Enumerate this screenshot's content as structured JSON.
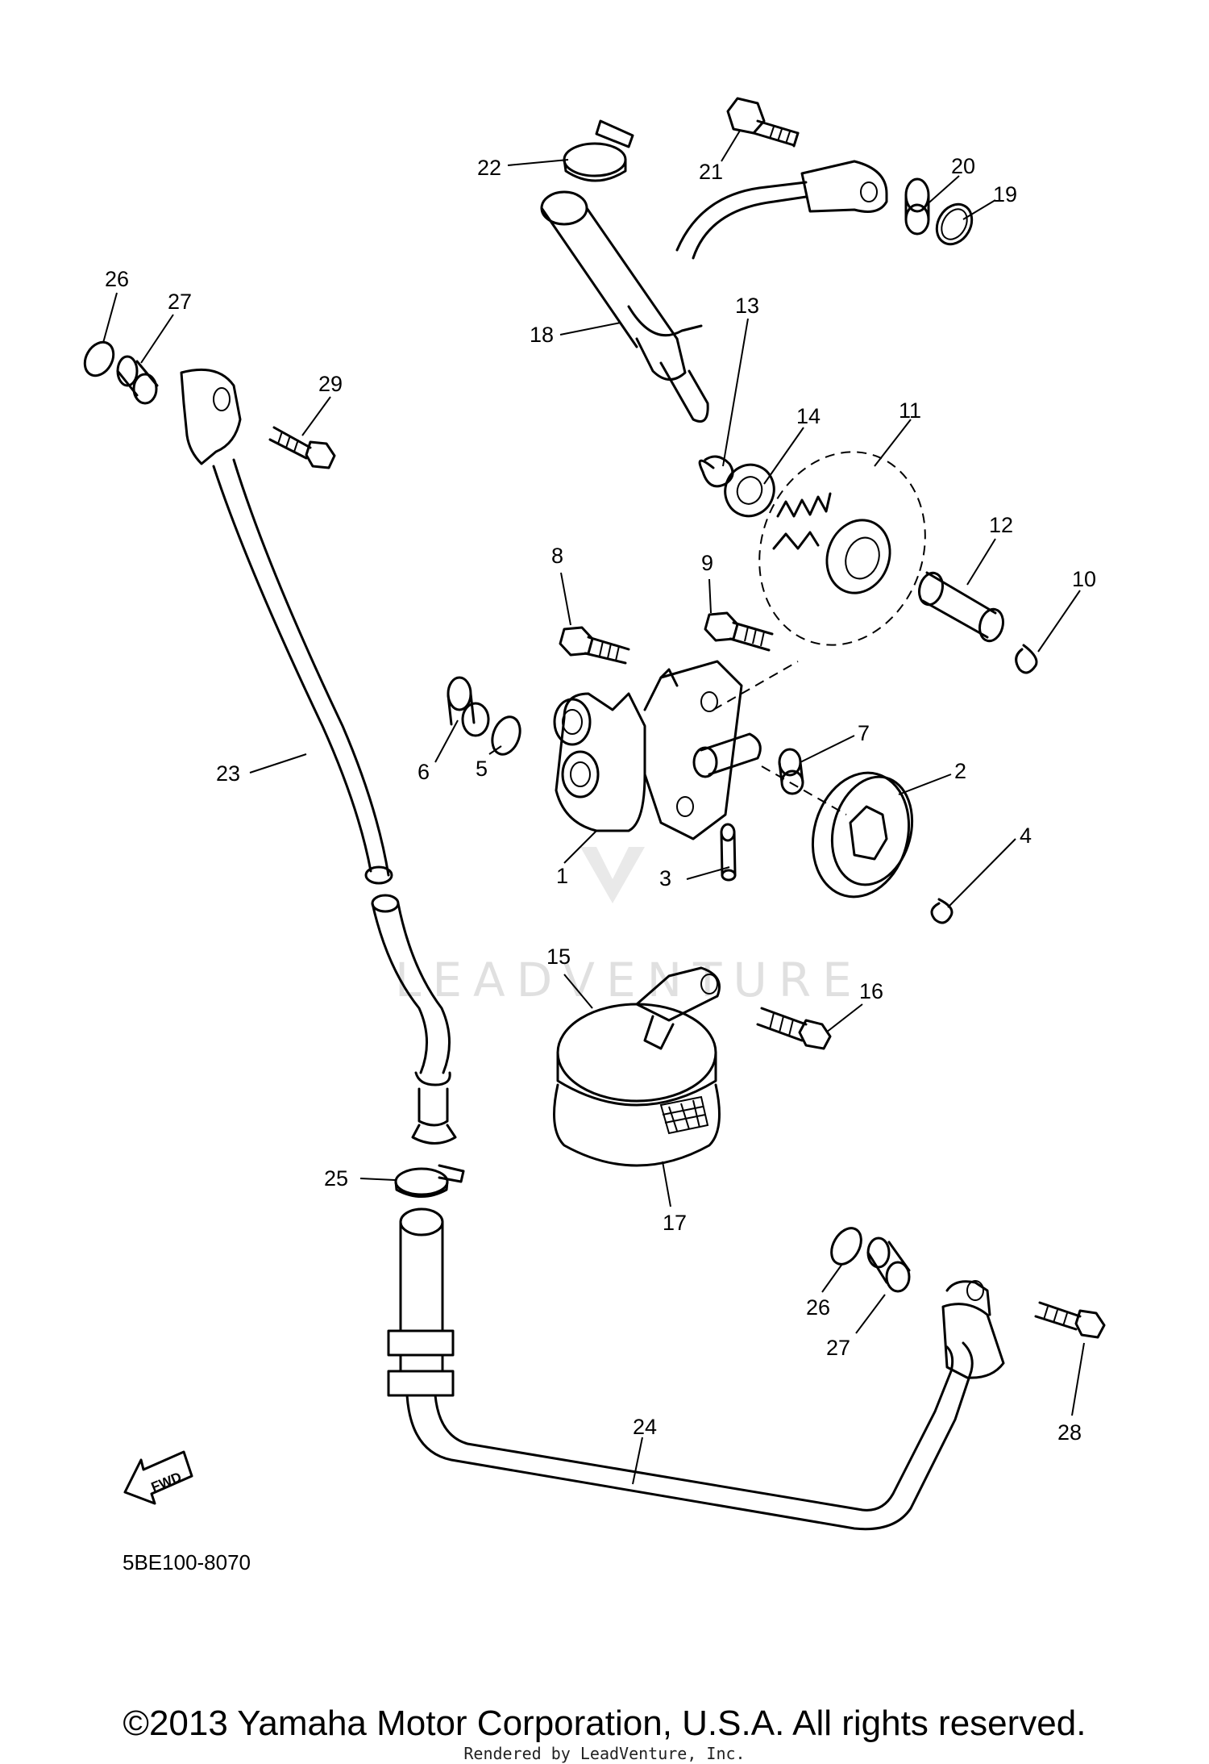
{
  "diagram": {
    "code": "5BE100-8070",
    "fwd_label": "FWD",
    "watermark": "LEADVENTURE",
    "copyright": "©2013 Yamaha Motor Corporation, U.S.A. All rights reserved.",
    "rendered_by": "Rendered by LeadVenture, Inc."
  },
  "callouts": {
    "c1": "1",
    "c2": "2",
    "c3": "3",
    "c4": "4",
    "c5": "5",
    "c6": "6",
    "c7": "7",
    "c8": "8",
    "c9": "9",
    "c10": "10",
    "c11": "11",
    "c12": "12",
    "c13": "13",
    "c14": "14",
    "c15": "15",
    "c16": "16",
    "c17": "17",
    "c18": "18",
    "c19": "19",
    "c20": "20",
    "c21": "21",
    "c22": "22",
    "c23": "23",
    "c24": "24",
    "c25": "25",
    "c26a": "26",
    "c26b": "26",
    "c27a": "27",
    "c27b": "27",
    "c28": "28",
    "c29": "29"
  }
}
